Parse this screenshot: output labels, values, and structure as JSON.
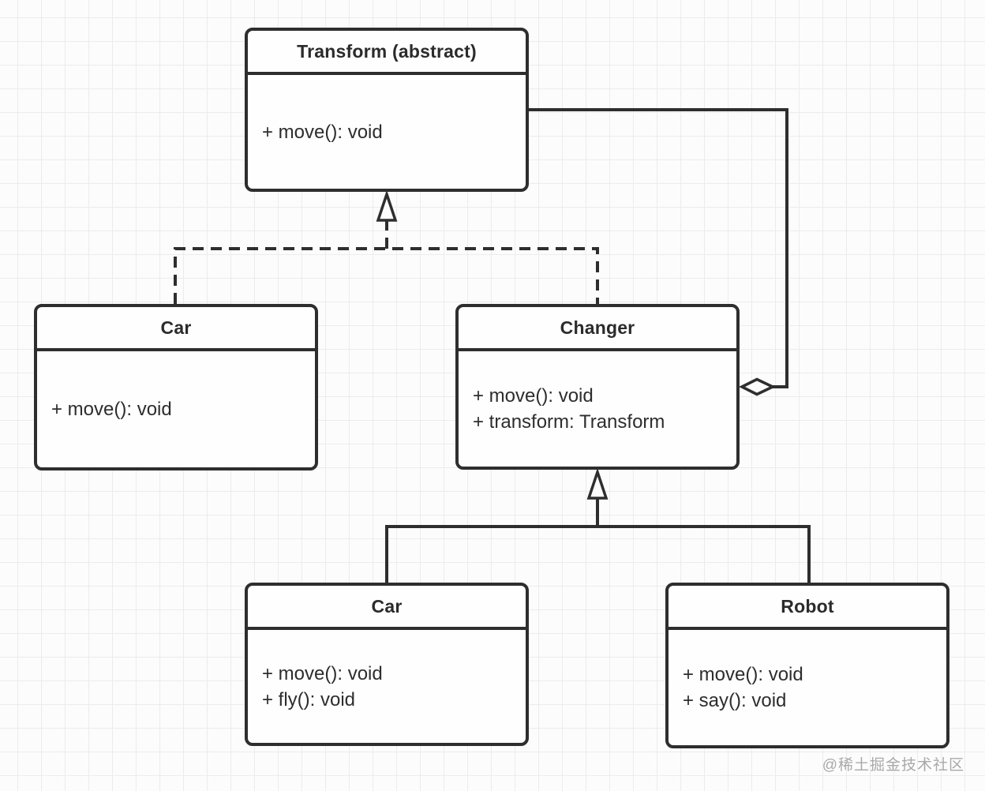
{
  "diagram": {
    "classes": {
      "transform": {
        "title": "Transform (abstract)",
        "methods": [
          "+ move(): void"
        ]
      },
      "car_left": {
        "title": "Car",
        "methods": [
          "+ move(): void"
        ]
      },
      "changer": {
        "title": "Changer",
        "methods": [
          "+ move(): void",
          "+ transform: Transform"
        ]
      },
      "car_bottom": {
        "title": "Car",
        "methods": [
          "+ move(): void",
          "+ fly(): void"
        ]
      },
      "robot": {
        "title": "Robot",
        "methods": [
          "+ move(): void",
          "+ say(): void"
        ]
      }
    },
    "relationships": [
      {
        "type": "realization",
        "style": "dashed",
        "marker": "hollow-arrow",
        "from": [
          "Car",
          "Changer"
        ],
        "to": "Transform (abstract)"
      },
      {
        "type": "generalization",
        "style": "solid",
        "marker": "hollow-arrow",
        "from": [
          "Car",
          "Robot"
        ],
        "to": "Changer"
      },
      {
        "type": "aggregation",
        "style": "solid",
        "marker": "hollow-diamond",
        "from": "Transform (abstract)",
        "to": "Changer"
      }
    ],
    "colors": {
      "stroke": "#2e2e2e",
      "box_fill": "#fefefe",
      "grid_line": "#ececec",
      "canvas": "#fcfcfc",
      "watermark": "#a8a8a8"
    },
    "watermark": "@稀土掘金技术社区"
  }
}
